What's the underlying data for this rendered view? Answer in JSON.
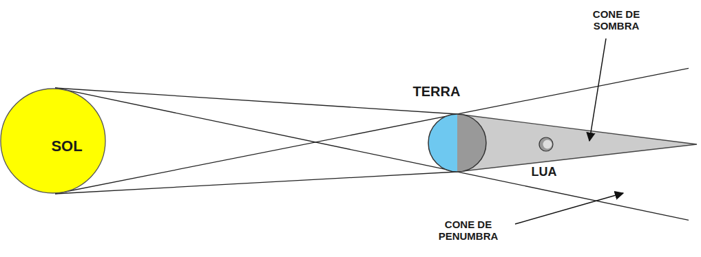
{
  "diagram": {
    "nodes": [
      {
        "text": [
          "SOL"
        ]
      },
      {
        "text": [
          "TERRA"
        ]
      },
      {
        "text": [
          "LUA"
        ]
      }
    ],
    "labels": [
      "CONE DE SOMBRA",
      "CONE DE PENUMBRA"
    ]
  }
}
